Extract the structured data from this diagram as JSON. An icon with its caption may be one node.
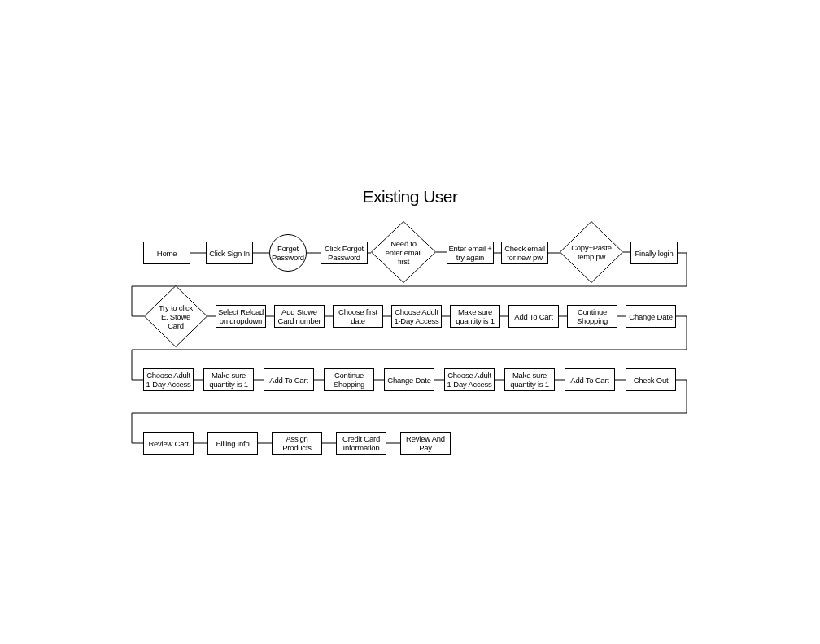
{
  "diagram": {
    "title": "Existing User",
    "nodes": [
      {
        "text": [
          "Home"
        ]
      },
      {
        "text": [
          "Click Sign In"
        ]
      },
      {
        "text": [
          "Forget Password"
        ]
      },
      {
        "text": [
          "Click Forgot Password"
        ]
      },
      {
        "text": [
          "Need to enter email first"
        ]
      },
      {
        "text": [
          "Enter email + try again"
        ]
      },
      {
        "text": [
          "Check email for new pw"
        ]
      },
      {
        "text": [
          "Copy+Paste temp pw"
        ]
      },
      {
        "text": [
          "Finally login"
        ]
      },
      {
        "text": [
          "Try to click E. Stowe Card"
        ]
      },
      {
        "text": [
          "Select Reload on dropdown"
        ]
      },
      {
        "text": [
          "Add Stowe Card number"
        ]
      },
      {
        "text": [
          "Choose first date"
        ]
      },
      {
        "text": [
          "Choose Adult 1-Day Access"
        ]
      },
      {
        "text": [
          "Make sure quantity is 1"
        ]
      },
      {
        "text": [
          "Add To Cart"
        ]
      },
      {
        "text": [
          "Continue Shopping"
        ]
      },
      {
        "text": [
          "Change Date"
        ]
      },
      {
        "text": [
          "Choose Adult 1-Day Access"
        ]
      },
      {
        "text": [
          "Make sure quantity is 1"
        ]
      },
      {
        "text": [
          "Add To Cart"
        ]
      },
      {
        "text": [
          "Continue Shopping"
        ]
      },
      {
        "text": [
          "Change Date"
        ]
      },
      {
        "text": [
          "Choose Adult 1-Day Access"
        ]
      },
      {
        "text": [
          "Make sure quantity is 1"
        ]
      },
      {
        "text": [
          "Add To Cart"
        ]
      },
      {
        "text": [
          "Check Out"
        ]
      },
      {
        "text": [
          "Review Cart"
        ]
      },
      {
        "text": [
          "Billing Info"
        ]
      },
      {
        "text": [
          "Assign Products"
        ]
      },
      {
        "text": [
          "Credit Card Information"
        ]
      },
      {
        "text": [
          "Review And Pay"
        ]
      }
    ],
    "edges": [
      {
        "from": 0,
        "to": 1,
        "arrow": "none"
      },
      {
        "from": 1,
        "to": 2,
        "arrow": "none"
      },
      {
        "from": 2,
        "to": 3,
        "arrow": "none"
      },
      {
        "from": 3,
        "to": 4,
        "arrow": "none"
      },
      {
        "from": 4,
        "to": 5,
        "arrow": "none"
      },
      {
        "from": 5,
        "to": 6,
        "arrow": "none"
      },
      {
        "from": 6,
        "to": 7,
        "arrow": "none"
      },
      {
        "from": 7,
        "to": 8,
        "arrow": "none"
      },
      {
        "from": 8,
        "to": 9,
        "arrow": "none"
      },
      {
        "from": 9,
        "to": 10,
        "arrow": "none"
      },
      {
        "from": 10,
        "to": 11,
        "arrow": "none"
      },
      {
        "from": 11,
        "to": 12,
        "arrow": "none"
      },
      {
        "from": 12,
        "to": 13,
        "arrow": "none"
      },
      {
        "from": 13,
        "to": 14,
        "arrow": "none"
      },
      {
        "from": 14,
        "to": 15,
        "arrow": "none"
      },
      {
        "from": 15,
        "to": 16,
        "arrow": "none"
      },
      {
        "from": 16,
        "to": 17,
        "arrow": "none"
      },
      {
        "from": 17,
        "to": 18,
        "arrow": "none"
      },
      {
        "from": 18,
        "to": 19,
        "arrow": "none"
      },
      {
        "from": 19,
        "to": 20,
        "arrow": "none"
      },
      {
        "from": 20,
        "to": 21,
        "arrow": "none"
      },
      {
        "from": 21,
        "to": 22,
        "arrow": "none"
      },
      {
        "from": 22,
        "to": 23,
        "arrow": "none"
      },
      {
        "from": 23,
        "to": 24,
        "arrow": "none"
      },
      {
        "from": 24,
        "to": 25,
        "arrow": "none"
      },
      {
        "from": 25,
        "to": 26,
        "arrow": "none"
      },
      {
        "from": 26,
        "to": 27,
        "arrow": "none"
      },
      {
        "from": 27,
        "to": 28,
        "arrow": "none"
      },
      {
        "from": 28,
        "to": 29,
        "arrow": "none"
      },
      {
        "from": 29,
        "to": 30,
        "arrow": "none"
      },
      {
        "from": 30,
        "to": 31,
        "arrow": "none"
      }
    ]
  }
}
